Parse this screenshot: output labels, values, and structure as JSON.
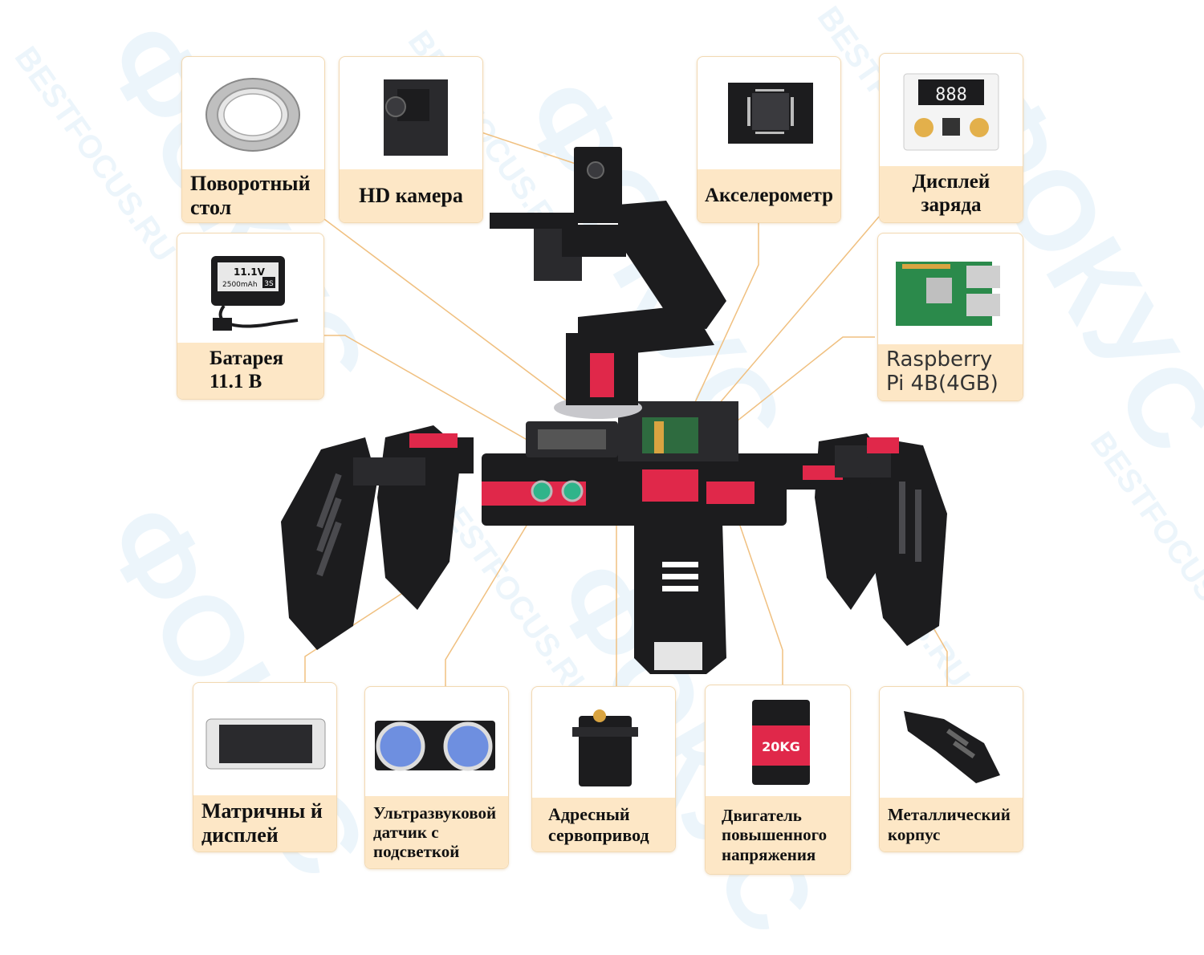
{
  "watermark": {
    "brand_a": "ФОКУС",
    "brand_b": "BESTFOCUS.RU"
  },
  "labels": {
    "turntable": "Поворотный стол",
    "camera": "HD камера",
    "accelerometer": "Акселерометр",
    "charge_display": "Дисплей заряда",
    "battery": "Батарея 11.1 В",
    "raspberry": "Raspberry Pi 4B(4GB)",
    "matrix": "Матричны й дисплей",
    "ultrasonic": "Ультразвуковой датчик с подсветкой",
    "servo": "Адресный сервопривод",
    "motor": "Двигатель повышенного напряжения",
    "body": "Металлический корпус"
  },
  "image_text": {
    "battery_voltage": "11.1V",
    "battery_capacity": "2500mAh",
    "battery_tag": "3S",
    "display_digits": "888",
    "servo_spec": "20KG"
  },
  "colors": {
    "label_bg": "#fde7c6",
    "card_border": "#f2d9b3",
    "leader_line": "#f0c080",
    "robot_black": "#1c1c1e",
    "robot_red": "#e0284a"
  }
}
